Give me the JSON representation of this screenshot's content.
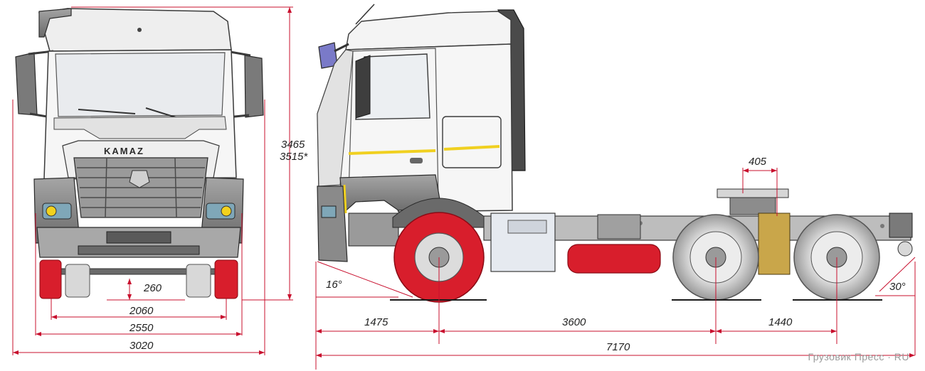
{
  "brand": "KAMAZ",
  "watermark": "Грузовик Пресс · RU",
  "front_view": {
    "dimensions": {
      "height": "3465",
      "height_alt": "3515*",
      "ground_clearance": "260",
      "track_front": "2060",
      "track_width": "2550",
      "overall_width": "3020"
    }
  },
  "side_view": {
    "dimensions": {
      "fifth_wheel_offset": "405",
      "approach_angle": "16°",
      "departure_angle": "30°",
      "front_overhang": "1475",
      "wheelbase": "3600",
      "rear_axle_spacing": "1440",
      "overall_length": "7170"
    }
  },
  "colors": {
    "dimension_line": "#c8102e",
    "wheel_highlight": "#d81e2c",
    "tank": "#d81e2c",
    "stripe": "#f0d020",
    "outline": "#3a3a3a",
    "body": "#f4f4f4",
    "grey_part": "#8c8c8c"
  }
}
